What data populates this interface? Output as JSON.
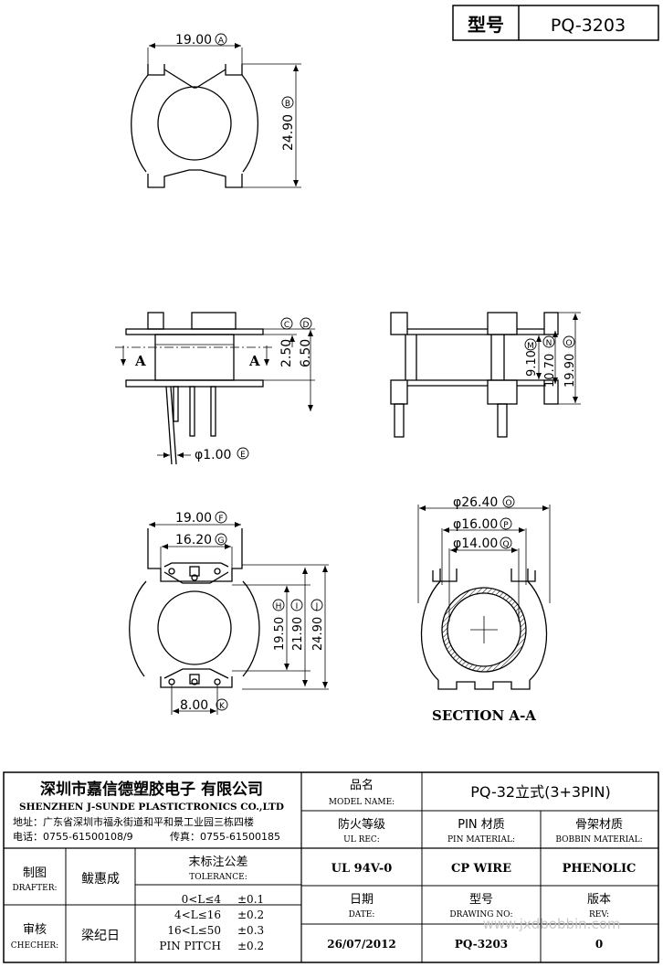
{
  "header": {
    "model_label": "型号",
    "model_value": "PQ-3203"
  },
  "views": {
    "top": {
      "width_dim": "19.00",
      "width_tag": "A",
      "height_dim": "24.90",
      "height_tag": "B"
    },
    "front": {
      "dim_c": "2.50",
      "tag_c": "C",
      "dim_d": "6.50",
      "tag_d": "D",
      "pin_dia": "φ1.00",
      "tag_e": "E",
      "section_left": "A",
      "section_right": "A"
    },
    "side": {
      "dim_m": "9.10",
      "tag_m": "M",
      "dim_n": "10.70",
      "tag_n": "N",
      "dim_o": "19.90",
      "tag_o": "O"
    },
    "bottom": {
      "dim_f": "19.00",
      "tag_f": "F",
      "dim_g": "16.20",
      "tag_g": "G",
      "dim_h": "19.50",
      "tag_h": "H",
      "dim_i": "21.90",
      "tag_i": "I",
      "dim_j": "24.90",
      "tag_j": "J",
      "dim_k": "8.00",
      "tag_k": "K"
    },
    "section": {
      "dim_o": "φ26.40",
      "tag_o": "O",
      "dim_p": "φ16.00",
      "tag_p": "P",
      "dim_q": "φ14.00",
      "tag_q": "Q",
      "caption": "SECTION A-A"
    }
  },
  "title_block": {
    "company_cn": "深圳市嘉信德塑胶电子 有限公司",
    "company_en": "SHENZHEN J-SUNDE PLASTICTRONICS CO.,LTD",
    "address": "地址：广东省深圳市福永街道和平和景工业园三栋四楼",
    "phone": "电话：0755-61500108/9",
    "fax": "传真：0755-61500185",
    "model_name_cn": "品名",
    "model_name_en": "MODEL NAME:",
    "model_name_value": "PQ-32立式(3+3PIN)",
    "ul_cn": "防火等级",
    "ul_en": "UL REC:",
    "ul_value": "UL 94V-0",
    "pin_cn": "PIN 材质",
    "pin_en": "PIN MATERIAL:",
    "pin_value": "CP WIRE",
    "bobbin_cn": "骨架材质",
    "bobbin_en": "BOBBIN MATERIAL:",
    "bobbin_value": "PHENOLIC",
    "drafter_cn": "制图",
    "drafter_en": "DRAFTER:",
    "drafter_value": "鲅惠成",
    "checker_cn": "审核",
    "checker_en": "CHECHER:",
    "checker_value": "梁纪日",
    "tolerance_cn": "末标注公差",
    "tolerance_en": "TOLERANCE:",
    "tolerances": [
      {
        "range": "0<L≤4",
        "value": "±0.1"
      },
      {
        "range": "4<L≤16",
        "value": "±0.2"
      },
      {
        "range": "16<L≤50",
        "value": "±0.3"
      },
      {
        "range": "PIN PITCH",
        "value": "±0.2"
      }
    ],
    "date_cn": "日期",
    "date_en": "DATE:",
    "date_value": "26/07/2012",
    "drawing_cn": "型号",
    "drawing_en": "DRAWING NO:",
    "drawing_value": "PQ-3203",
    "rev_cn": "版本",
    "rev_en": "REV:",
    "rev_value": "0"
  },
  "watermark": "www.jxdbobbin.com"
}
